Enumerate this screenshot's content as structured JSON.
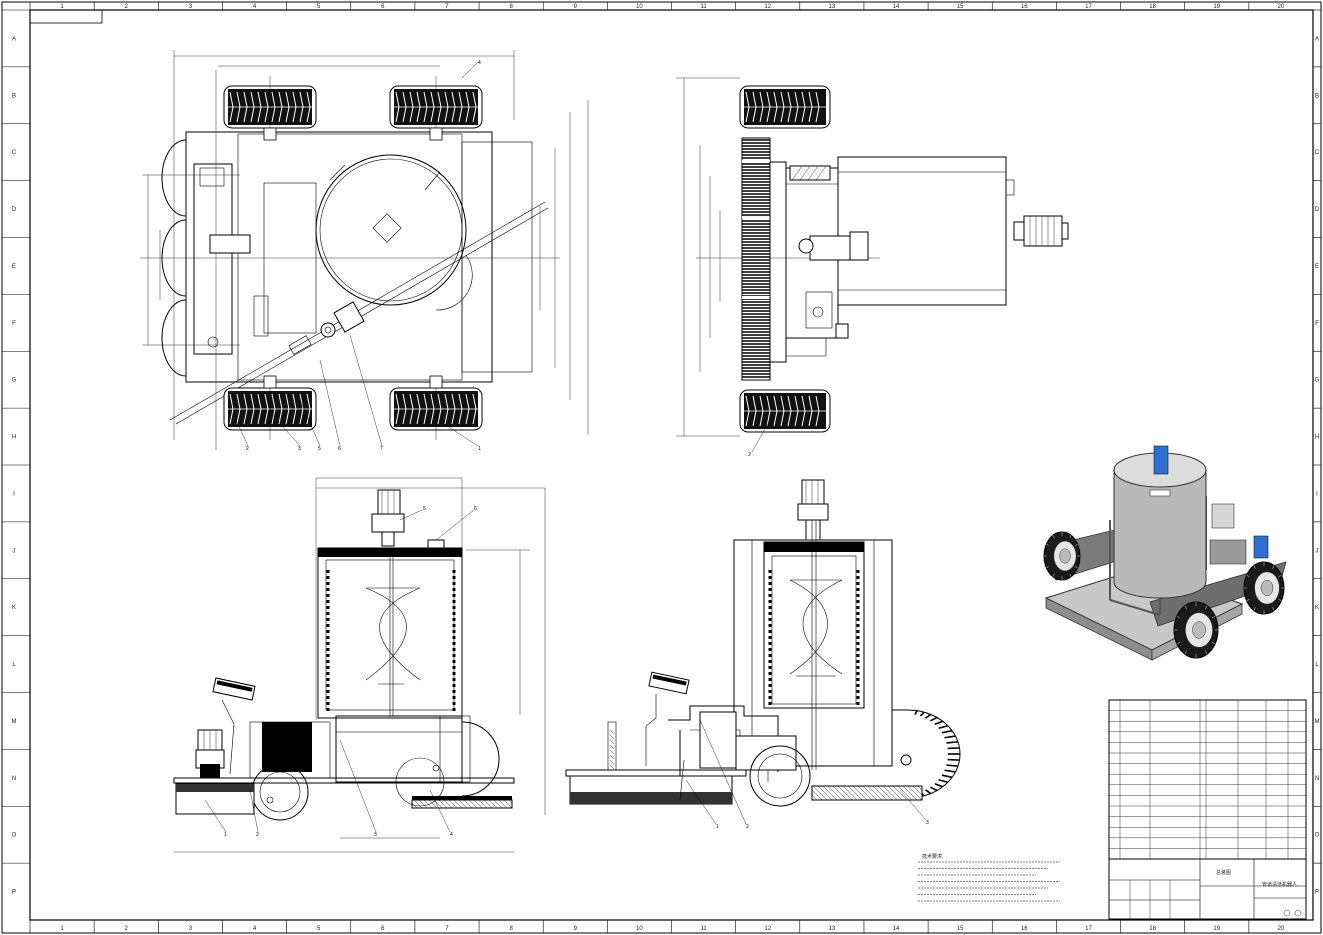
{
  "sheet": {
    "border_top_numbers": [
      "1",
      "2",
      "3",
      "4",
      "5",
      "6",
      "7",
      "8",
      "9",
      "10",
      "11",
      "12",
      "13",
      "14",
      "15",
      "16",
      "17",
      "18",
      "19",
      "20"
    ],
    "border_left_letters": [
      "A",
      "B",
      "C",
      "D",
      "E",
      "F",
      "G",
      "H",
      "I",
      "J",
      "K",
      "L",
      "M",
      "N",
      "O",
      "P"
    ]
  },
  "top_view": {
    "part_numbers": [
      "4",
      "1",
      "2",
      "3",
      "5",
      "6",
      "7"
    ]
  },
  "side_view": {
    "part_numbers": [
      "2"
    ]
  },
  "front_section": {
    "part_numbers": [
      "1",
      "2",
      "3",
      "4",
      "5",
      "6"
    ]
  },
  "right_section": {
    "part_numbers": [
      "1",
      "2",
      "3"
    ]
  },
  "iso_view": {
    "body_color": "#b9b9b9",
    "motor_color": "#2a6fd1"
  },
  "notes": {
    "title": "技术要求"
  },
  "title_block": {
    "drawing_name": "总装图",
    "product_name": "管道清洁机器人"
  }
}
